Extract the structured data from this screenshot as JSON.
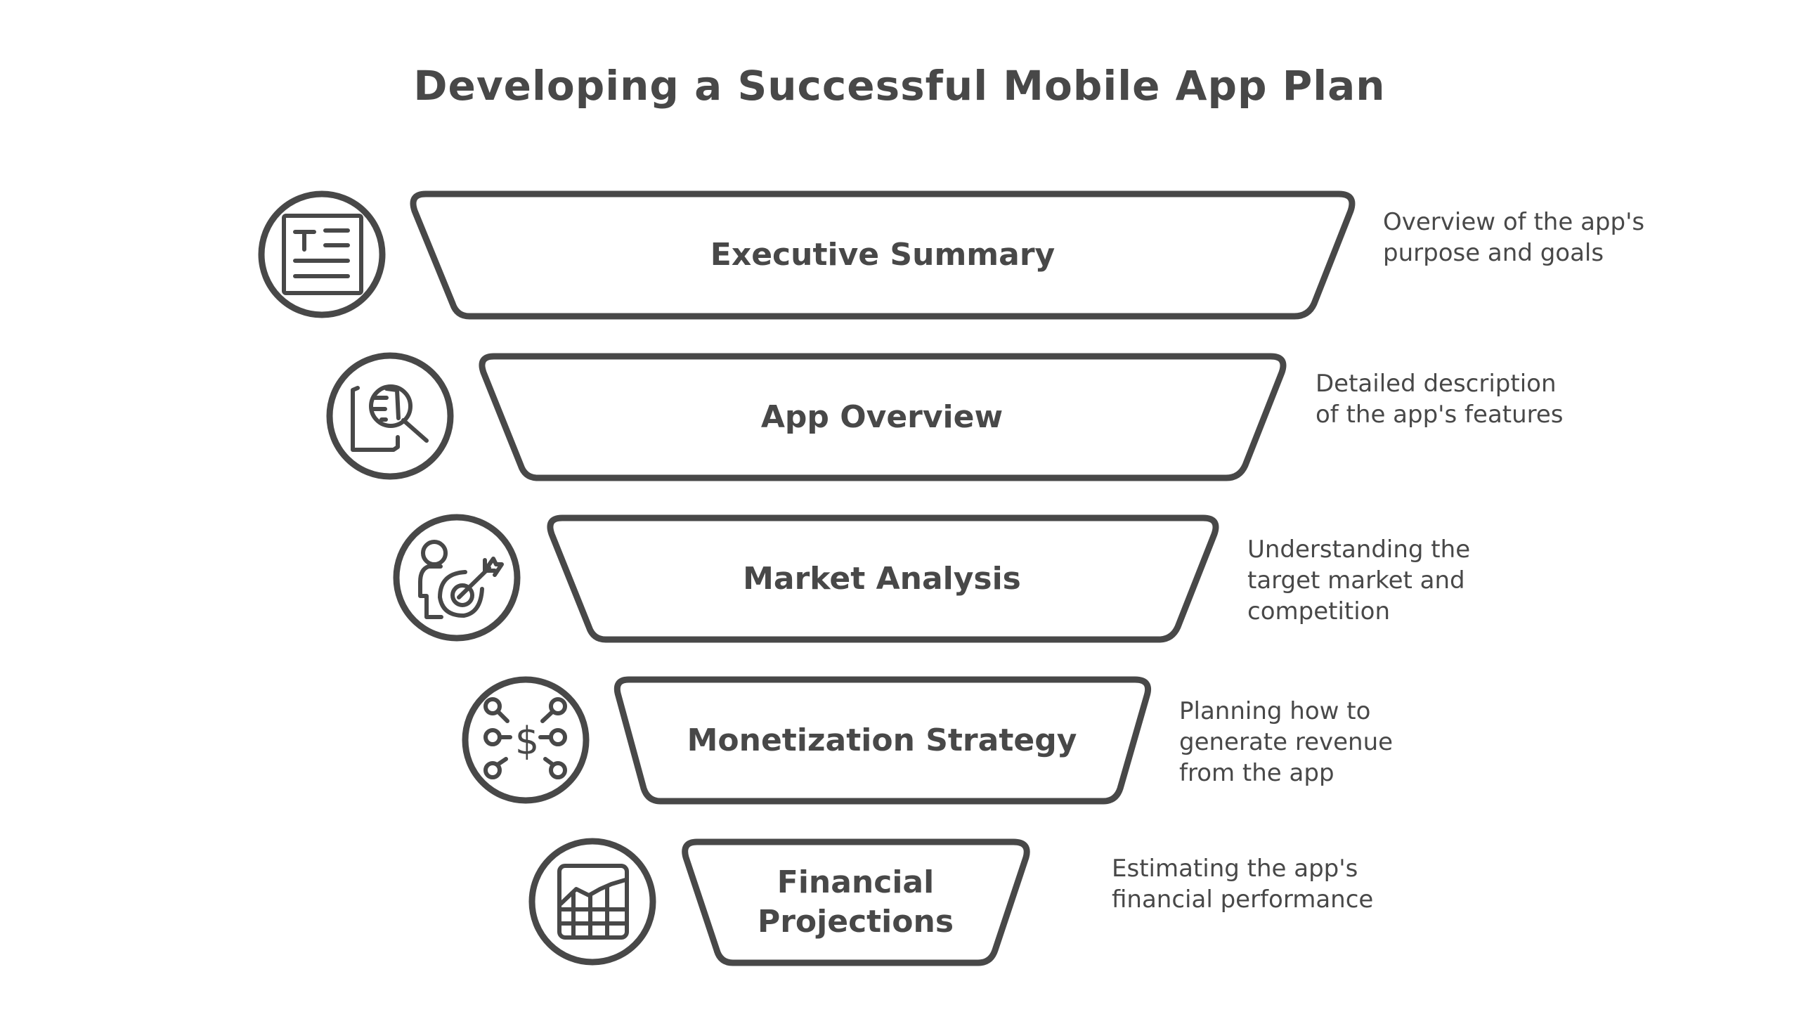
{
  "title": "Developing a Successful Mobile App Plan",
  "colors": {
    "ink": "#484848",
    "background": "#ffffff"
  },
  "stages": [
    {
      "label": "Executive Summary",
      "description": "Overview of the app's\npurpose and goals",
      "icon": "document-text-icon"
    },
    {
      "label": "App Overview",
      "description": "Detailed description\nof the app's features",
      "icon": "document-search-icon"
    },
    {
      "label": "Market Analysis",
      "description": "Understanding the\ntarget market and\ncompetition",
      "icon": "person-target-icon"
    },
    {
      "label": "Monetization Strategy",
      "description": "Planning how to\ngenerate revenue\nfrom the app",
      "icon": "dollar-network-icon"
    },
    {
      "label": "Financial\nProjections",
      "description": "Estimating the app's\nfinancial performance",
      "icon": "spreadsheet-chart-icon"
    }
  ]
}
